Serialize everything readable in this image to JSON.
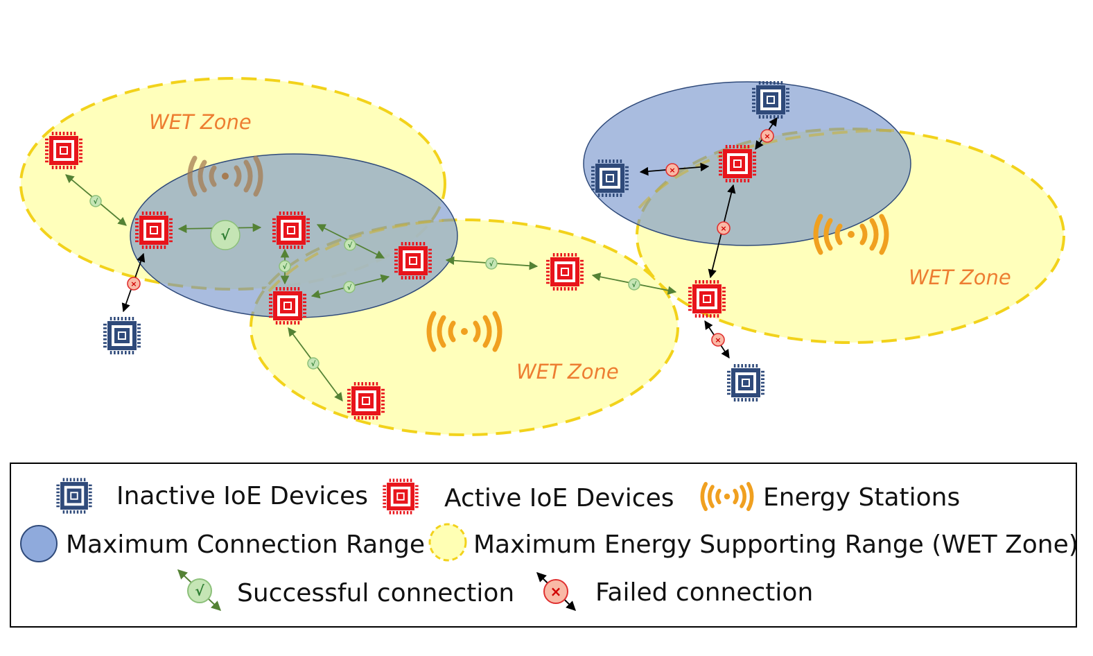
{
  "zones": [
    {
      "label": "WET Zone"
    },
    {
      "label": "WET Zone"
    },
    {
      "label": "WET Zone"
    }
  ],
  "link_marks": {
    "success": "√",
    "fail": "×"
  },
  "legend": {
    "inactive": "Inactive IoE Devices",
    "active": "Active IoE Devices",
    "stations": "Energy Stations",
    "connection_range": "Maximum Connection Range",
    "energy_range": "Maximum Energy Supporting Range (WET Zone)",
    "success": "Successful connection",
    "fail": "Failed connection"
  },
  "colors": {
    "wet_zone_fill": "#FFFFB4",
    "wet_zone_stroke": "#F2D21B",
    "connection_range_fill": "#8FAADC",
    "inactive_device": "#2F4A7A",
    "active_device": "#E8141B",
    "energy_station": "#F0A020",
    "success_link": "#548235",
    "fail_link": "#E03030"
  },
  "icons": {
    "inactive": "chip-icon",
    "active": "chip-icon",
    "station": "wireless-signal-icon",
    "success": "check-icon",
    "fail": "cross-icon"
  }
}
